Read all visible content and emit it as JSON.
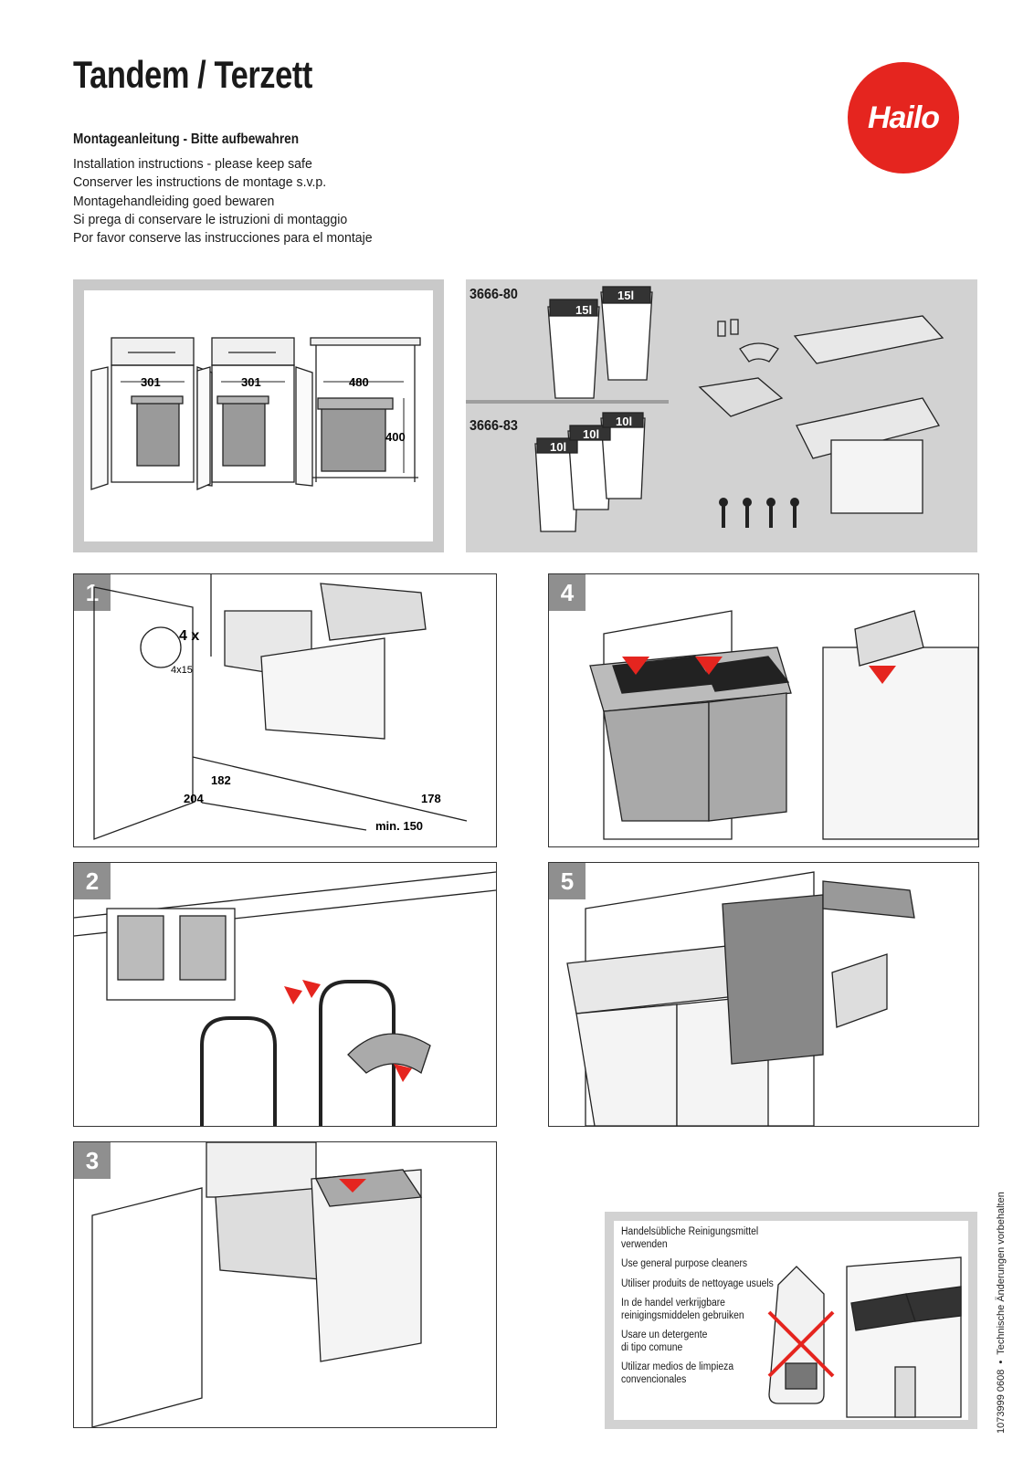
{
  "header": {
    "title": "Tandem / Terzett",
    "subtitle": "Montageanleitung - Bitte aufbewahren",
    "languages": [
      "Installation instructions - please keep safe",
      "Conserver les instructions de montage s.v.p.",
      "Montagehandleiding goed bewaren",
      "Si prega di conservare le istruzioni di montaggio",
      "Por favor conserve las instrucciones para el montaje"
    ],
    "logo_text": "Hailo",
    "logo_color": "#e5251f"
  },
  "dimensions_panel": {
    "width_1": "301",
    "width_2": "301",
    "depth": "480",
    "height": "400"
  },
  "parts_panel": {
    "model_1": "3666-80",
    "model_1_bins": [
      "15l",
      "15l"
    ],
    "model_2": "3666-83",
    "model_2_bins": [
      "10l",
      "10l",
      "10l"
    ]
  },
  "steps": [
    {
      "number": "1",
      "screws": "4 x",
      "screw_size": "4x15",
      "dims": [
        "182",
        "204",
        "178",
        "min. 150"
      ]
    },
    {
      "number": "2"
    },
    {
      "number": "3"
    },
    {
      "number": "4"
    },
    {
      "number": "5"
    }
  ],
  "cleaning": {
    "lines": [
      "Handelsübliche Reinigungsmittel verwenden",
      "Use general purpose cleaners",
      "Utiliser produits de nettoyage usuels",
      "In de handel verkrijgbare\nreinigingsmiddelen gebruiken",
      "Usare un detergente\ndi tipo comune",
      "Utilizar medios de limpieza\nconvencionales"
    ]
  },
  "footer": {
    "doc_number": "1073999  0608",
    "note": "Technische Änderungen vorbehalten"
  }
}
